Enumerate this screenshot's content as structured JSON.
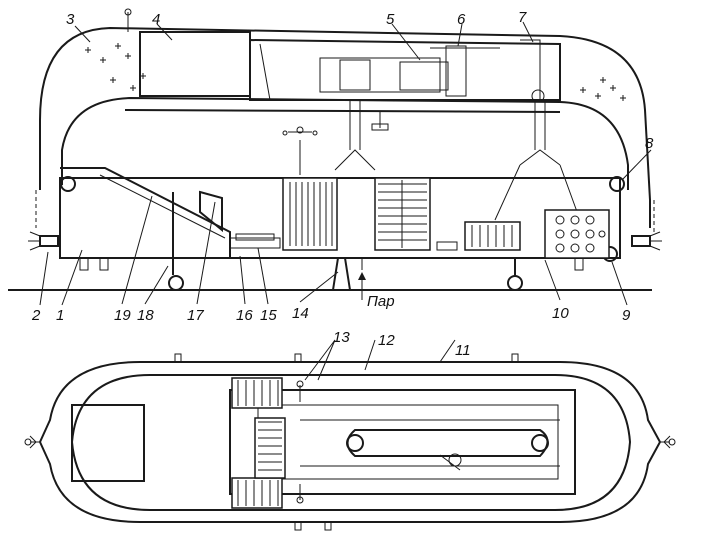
{
  "callouts": [
    {
      "id": "1",
      "text": "1"
    },
    {
      "id": "2",
      "text": "2"
    },
    {
      "id": "3",
      "text": "3"
    },
    {
      "id": "4",
      "text": "4"
    },
    {
      "id": "5",
      "text": "5"
    },
    {
      "id": "6",
      "text": "6"
    },
    {
      "id": "7",
      "text": "7"
    },
    {
      "id": "8",
      "text": "8"
    },
    {
      "id": "9",
      "text": "9"
    },
    {
      "id": "10",
      "text": "10"
    },
    {
      "id": "11",
      "text": "11"
    },
    {
      "id": "12",
      "text": "12"
    },
    {
      "id": "13",
      "text": "13"
    },
    {
      "id": "14",
      "text": "14"
    },
    {
      "id": "15",
      "text": "15"
    },
    {
      "id": "16",
      "text": "16"
    },
    {
      "id": "17",
      "text": "17"
    },
    {
      "id": "18",
      "text": "18"
    },
    {
      "id": "19",
      "text": "19"
    }
  ],
  "steam_label": "Пар",
  "views": {
    "side": "side-elevation",
    "plan": "plan-view"
  }
}
